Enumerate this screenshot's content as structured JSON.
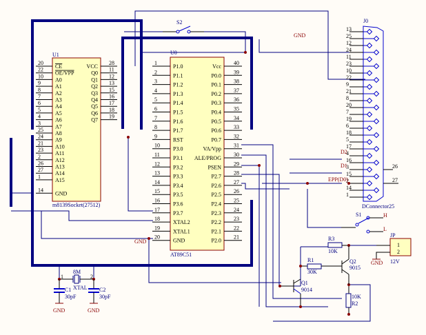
{
  "u1": {
    "ref": "U1",
    "part": "m8139Socket(27512)",
    "left_pins": [
      {
        "num": "20",
        "name": "CE",
        "overbar": true
      },
      {
        "num": "22",
        "name": "OE/VPP",
        "overbar": true
      },
      {
        "num": "10",
        "name": "A0"
      },
      {
        "num": "9",
        "name": "A1"
      },
      {
        "num": "8",
        "name": "A2"
      },
      {
        "num": "7",
        "name": "A3"
      },
      {
        "num": "6",
        "name": "A4"
      },
      {
        "num": "5",
        "name": "A5"
      },
      {
        "num": "4",
        "name": "A6"
      },
      {
        "num": "3",
        "name": "A7"
      },
      {
        "num": "25",
        "name": "A8"
      },
      {
        "num": "24",
        "name": "A9"
      },
      {
        "num": "21",
        "name": "A10"
      },
      {
        "num": "23",
        "name": "A11"
      },
      {
        "num": "2",
        "name": "A12"
      },
      {
        "num": "26",
        "name": "A13"
      },
      {
        "num": "27",
        "name": "A14"
      },
      {
        "num": "1",
        "name": "A15"
      },
      {
        "num": "14",
        "name": "GND"
      }
    ],
    "right_pins": [
      {
        "num": "28",
        "name": "VCC"
      },
      {
        "num": "11",
        "name": "Q0"
      },
      {
        "num": "12",
        "name": "Q1"
      },
      {
        "num": "13",
        "name": "Q2"
      },
      {
        "num": "15",
        "name": "Q3"
      },
      {
        "num": "16",
        "name": "Q4"
      },
      {
        "num": "17",
        "name": "Q5"
      },
      {
        "num": "18",
        "name": "Q6"
      },
      {
        "num": "19",
        "name": "Q7"
      }
    ]
  },
  "u0": {
    "ref": "U0",
    "part": "AT89C51",
    "left_pins": [
      {
        "num": "1",
        "name": "P1.0"
      },
      {
        "num": "2",
        "name": "P1.1"
      },
      {
        "num": "3",
        "name": "P1.2"
      },
      {
        "num": "4",
        "name": "P1.3"
      },
      {
        "num": "5",
        "name": "P1.4"
      },
      {
        "num": "6",
        "name": "P1.5"
      },
      {
        "num": "7",
        "name": "P1.6"
      },
      {
        "num": "8",
        "name": "P1.7"
      },
      {
        "num": "9",
        "name": "RST"
      },
      {
        "num": "10",
        "name": "P3.0"
      },
      {
        "num": "11",
        "name": "P3.1"
      },
      {
        "num": "12",
        "name": "P3.2"
      },
      {
        "num": "13",
        "name": "P3.3"
      },
      {
        "num": "14",
        "name": "P3.4"
      },
      {
        "num": "15",
        "name": "P3.5"
      },
      {
        "num": "16",
        "name": "P3.6"
      },
      {
        "num": "17",
        "name": "P3.7"
      },
      {
        "num": "18",
        "name": "XTAL2"
      },
      {
        "num": "19",
        "name": "XTAL1"
      },
      {
        "num": "20",
        "name": "GND"
      }
    ],
    "right_pins": [
      {
        "num": "40",
        "name": "Vcc"
      },
      {
        "num": "39",
        "name": "P0.0"
      },
      {
        "num": "38",
        "name": "P0.1"
      },
      {
        "num": "37",
        "name": "P0.2"
      },
      {
        "num": "36",
        "name": "P0.3"
      },
      {
        "num": "35",
        "name": "P0.4"
      },
      {
        "num": "34",
        "name": "P0.5"
      },
      {
        "num": "33",
        "name": "P0.6"
      },
      {
        "num": "32",
        "name": "P0.7"
      },
      {
        "num": "31",
        "name": "VA/Vpp"
      },
      {
        "num": "30",
        "name": "ALE/PROG"
      },
      {
        "num": "29",
        "name": "PSEN"
      },
      {
        "num": "28",
        "name": "P2.7"
      },
      {
        "num": "27",
        "name": "P2.6"
      },
      {
        "num": "26",
        "name": "P2.5"
      },
      {
        "num": "25",
        "name": "P2.4"
      },
      {
        "num": "24",
        "name": "P2.3"
      },
      {
        "num": "23",
        "name": "P2.2"
      },
      {
        "num": "22",
        "name": "P2.1"
      },
      {
        "num": "21",
        "name": "P2.0"
      }
    ]
  },
  "j0": {
    "ref": "J0",
    "part": "DConnector25",
    "pins": [
      "13",
      "25",
      "12",
      "24",
      "11",
      "23",
      "10",
      "22",
      "9",
      "21",
      "8",
      "20",
      "7",
      "19",
      "6",
      "18",
      "5",
      "17",
      "4",
      "16",
      "3",
      "15",
      "2",
      "14",
      "1"
    ],
    "shell_pins": [
      "26",
      "27"
    ],
    "net_labels": {
      "d2": "D2",
      "d1": "D1",
      "epp": "EPP(D0)"
    }
  },
  "switches": {
    "s2": "S2",
    "s1": "S1",
    "s1_high": "H",
    "s1_low": "L"
  },
  "power": {
    "gnd": "GND",
    "jp_ref": "JP",
    "jp_pin1": "1",
    "jp_pin2": "2",
    "jp_voltage": "12V"
  },
  "crystal": {
    "ref": "8M",
    "label": "XTAL",
    "pin1": "1",
    "pin2": "2",
    "c1_ref": "C1",
    "c1_val": "30pF",
    "c2_ref": "C2",
    "c2_val": "30pF"
  },
  "transistors": {
    "q1_ref": "Q1",
    "q1_part": "9014",
    "q2_ref": "Q2",
    "q2_part": "9015"
  },
  "resistors": {
    "r1_ref": "R1",
    "r1_val": "30K",
    "r2_ref": "R2",
    "r2_val": "10K",
    "r3_ref": "R3",
    "r3_val": "10K"
  }
}
